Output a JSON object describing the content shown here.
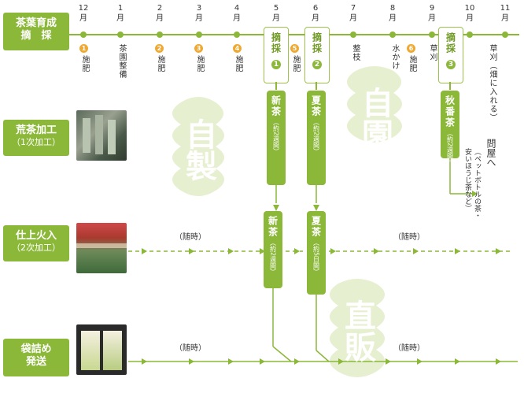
{
  "row_labels": {
    "growing": {
      "line1": "茶葉育成",
      "line2": "摘　採"
    },
    "crude": {
      "line1": "荒茶加工",
      "line2": "（1次加工）"
    },
    "finish": {
      "line1": "仕上火入",
      "line2": "（2次加工）"
    },
    "pack": {
      "line1": "袋詰め",
      "line2": "発送"
    }
  },
  "months": [
    "12\n月",
    "1\n月",
    "2\n月",
    "3\n月",
    "4\n月",
    "5\n月",
    "6\n月",
    "7\n月",
    "8\n月",
    "9\n月",
    "10\n月",
    "11\n月"
  ],
  "tasks": {
    "t1": {
      "num": "1",
      "text": "施肥"
    },
    "t_jan": {
      "text": "茶園整備"
    },
    "t2": {
      "num": "2",
      "text": "施肥"
    },
    "t3": {
      "num": "3",
      "text": "施肥"
    },
    "t4": {
      "num": "4",
      "text": "施肥"
    },
    "t5": {
      "num": "5",
      "text": "施肥"
    },
    "t_jul": {
      "text": "整枝"
    },
    "t_aug": {
      "text": "水かけ"
    },
    "t6": {
      "num": "6",
      "text": "施肥"
    },
    "t_sep": {
      "text": "草刈"
    },
    "t_nov": {
      "text": "草刈（畑に入れる）"
    }
  },
  "harvest": {
    "h1": {
      "label": "摘採",
      "num": "1"
    },
    "h2": {
      "label": "摘採",
      "num": "2"
    },
    "h3": {
      "label": "摘採",
      "num": "3"
    }
  },
  "crude_tea": {
    "shincha": {
      "name": "新茶",
      "dur": "（約2週間）"
    },
    "natsucha": {
      "name": "夏茶",
      "dur": "（約2週間）"
    },
    "akiban": {
      "name": "秋番茶",
      "dur": "（約2週間）"
    }
  },
  "finish_tea": {
    "shincha": {
      "name": "新茶",
      "dur": "（約2週間）"
    },
    "natsucha": {
      "name": "夏茶",
      "dur": "（約5日間）"
    }
  },
  "tonya": {
    "main": "問屋へ",
    "note1": "（ペットボトルの茶・",
    "note2": "安いほうじ茶など）"
  },
  "zuiji": {
    "finish_left": "（随時）",
    "finish_right": "（随時）",
    "pack_left": "（随時）",
    "pack_right": "（随時）"
  },
  "watermarks": {
    "w1": "自製",
    "w2": "自園",
    "w3": "直販"
  },
  "colors": {
    "green": "#8cb83a",
    "light_green": "#d9e8b6",
    "orange": "#f0a830"
  }
}
